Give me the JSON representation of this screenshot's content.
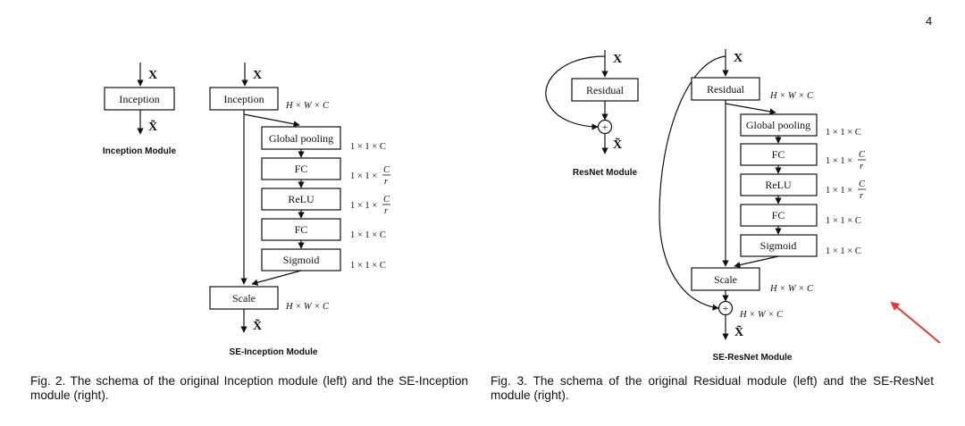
{
  "page_number": "4",
  "figure2": {
    "left": {
      "input": "X",
      "block": "Inception",
      "output": "X̃",
      "title": "Inception Module"
    },
    "right": {
      "input": "X",
      "blocks": {
        "inception": "Inception",
        "global_pooling": "Global pooling",
        "fc1": "FC",
        "relu": "ReLU",
        "fc2": "FC",
        "sigmoid": "Sigmoid",
        "scale": "Scale"
      },
      "dims": {
        "hwc": "H × W × C",
        "c11": "1 × 1 × C",
        "ratio_prefix": "1 × 1 ×",
        "ratio_num": "C",
        "ratio_den": "r"
      },
      "output": "X̃",
      "title": "SE-Inception Module"
    },
    "caption": "Fig. 2. The schema of the original Inception module (left) and the SE-Inception module (right)."
  },
  "figure3": {
    "left": {
      "input": "X",
      "block": "Residual",
      "plus": "+",
      "output": "X̃",
      "title": "ResNet Module"
    },
    "right": {
      "input": "X",
      "blocks": {
        "residual": "Residual",
        "global_pooling": "Global pooling",
        "fc1": "FC",
        "relu": "ReLU",
        "fc2": "FC",
        "sigmoid": "Sigmoid",
        "scale": "Scale"
      },
      "dims": {
        "hwc": "H × W × C",
        "c11": "1 × 1 × C",
        "ratio_prefix": "1 × 1 ×",
        "ratio_num": "C",
        "ratio_den": "r"
      },
      "plus": "+",
      "output": "X̃",
      "title": "SE-ResNet Module"
    },
    "caption": "Fig. 3. The schema of the original Residual module (left) and the SE-ResNet module (right)."
  },
  "colors": {
    "annotation_arrow": "#e8382c",
    "ink": "#111111"
  }
}
